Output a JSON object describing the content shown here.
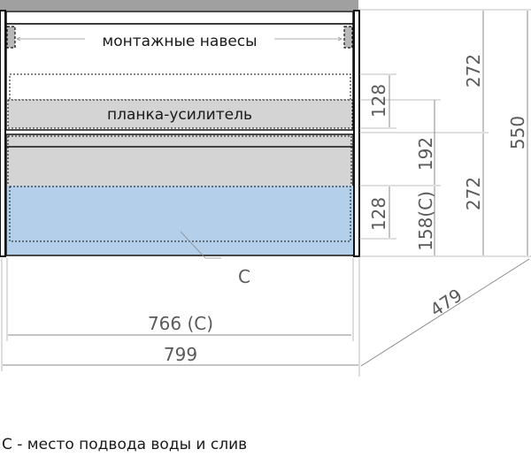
{
  "diagram": {
    "type": "dimensioned cabinet drawing",
    "colors": {
      "top_bar": "#a0a0a0",
      "panel_gray": "#d4d4d4",
      "water_zone": "#b4cfe9",
      "outline": "#111111",
      "dimension_line": "#8a8a8a",
      "dimension_text": "#5a5a5a"
    },
    "labels": {
      "mounting_hangers": "монтажные навесы",
      "reinforcement_bar": "планка-усилитель",
      "connection_marker": "C"
    },
    "dimensions": {
      "upper_drawer_height": "272",
      "lower_drawer_height": "272",
      "total_height": "550",
      "reinforcement_bar_height": "128",
      "lower_zone_height": "128",
      "mid_gap": "192",
      "connection_height": "158(C)",
      "inner_width": "766 (C)",
      "total_width": "799",
      "depth": "479"
    },
    "legend": "C - место подвода воды и слив"
  }
}
